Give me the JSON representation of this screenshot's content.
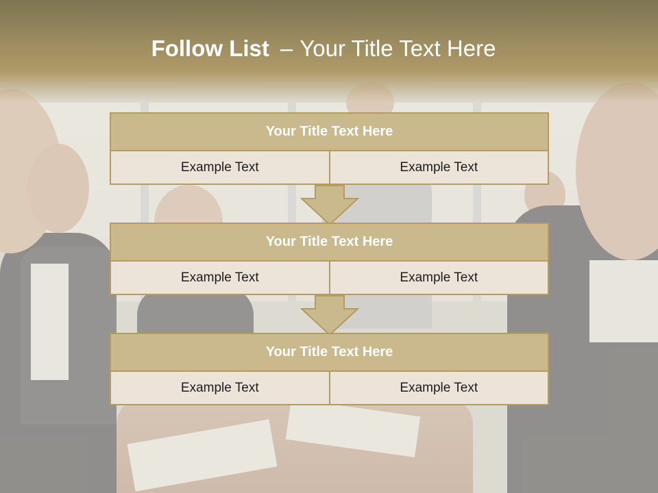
{
  "slide": {
    "title_bold": "Follow List",
    "title_dash": "–",
    "title_rest": "Your Title Text Here"
  },
  "steps": [
    {
      "title": "Your Title Text Here",
      "left": "Example Text",
      "right": "Example Text"
    },
    {
      "title": "Your Title Text Here",
      "left": "Example Text",
      "right": "Example Text"
    },
    {
      "title": "Your Title Text Here",
      "left": "Example Text",
      "right": "Example Text"
    }
  ],
  "colors": {
    "accent": "#b59b5e",
    "header_fill": "#c9b98c",
    "cell_fill": "#ece4d9",
    "title_band": "#9b8b5f"
  },
  "icons": [
    "down-arrow-icon",
    "down-arrow-icon"
  ]
}
